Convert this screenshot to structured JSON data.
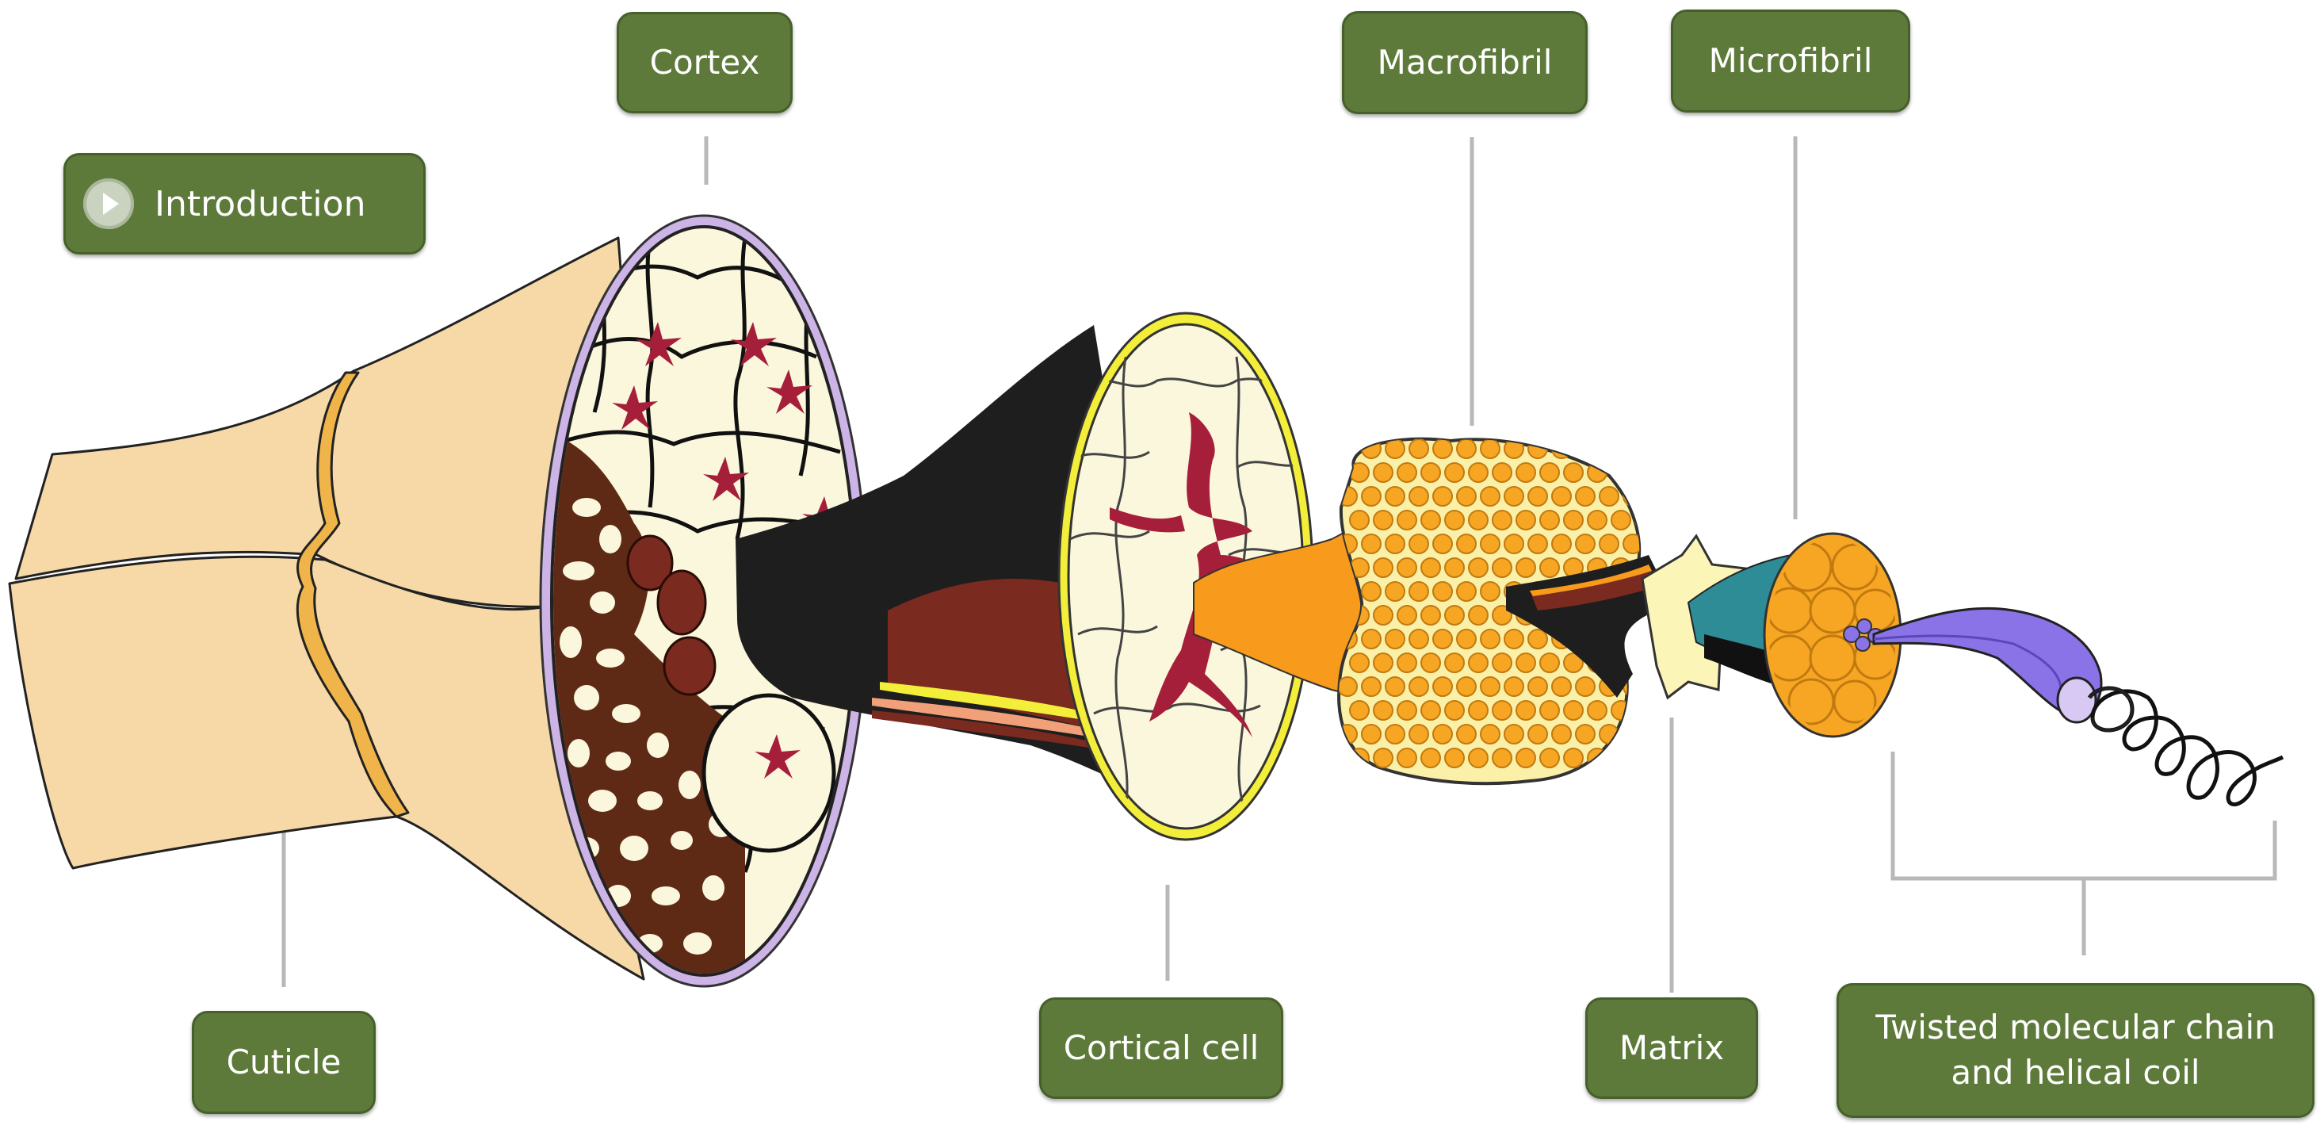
{
  "labels": {
    "cortex": "Cortex",
    "macrofibril": "Macrofibril",
    "microfibril": "Microfibril",
    "cuticle": "Cuticle",
    "cortical_cell": "Cortical cell",
    "matrix": "Matrix",
    "twisted_line1": "Twisted molecular chain",
    "twisted_line2": "and helical coil"
  },
  "intro_button": {
    "label": "Introduction",
    "icon": "play-icon"
  },
  "colors": {
    "label_bg": "#5d7a3a",
    "label_border": "#46602a",
    "hair_skin": "#f7d9a8",
    "cuticle_band": "#efb54a",
    "cortex_cream": "#fbf7dc",
    "cortex_star": "#a51f3a",
    "cell_brown": "#5e2a15",
    "black_sheath": "#1e1e1e",
    "yellow_rim": "#f3ee3a",
    "orange_fibril": "#f89b1c",
    "orange_dots": "#f6a623",
    "teal": "#2e8c97",
    "purple_chain": "#8a73e6",
    "purple_light": "#d7c9f4",
    "leader_line": "#b8b8b8"
  }
}
